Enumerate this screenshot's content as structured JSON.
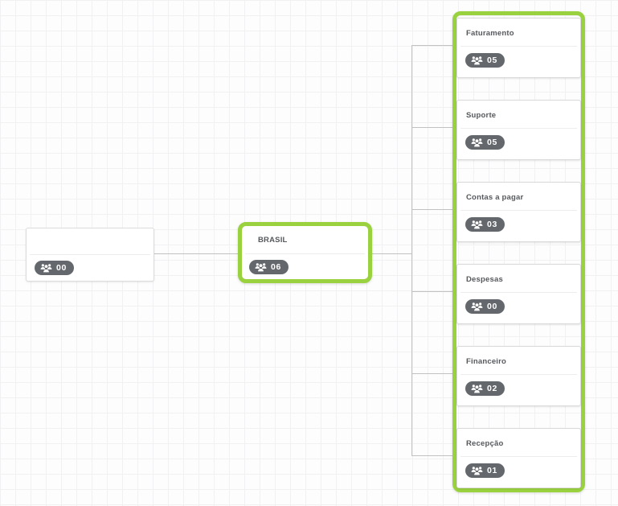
{
  "diagram": {
    "root": {
      "label": "",
      "member_count": "00"
    },
    "brasil": {
      "label": "BRASIL",
      "member_count": "06"
    },
    "departments": [
      {
        "label": "Faturamento",
        "member_count": "05"
      },
      {
        "label": "Suporte",
        "member_count": "05"
      },
      {
        "label": "Contas a pagar",
        "member_count": "03"
      },
      {
        "label": "Despesas",
        "member_count": "00"
      },
      {
        "label": "Financeiro",
        "member_count": "02"
      },
      {
        "label": "Recepção",
        "member_count": "01"
      }
    ]
  },
  "colors": {
    "highlight_green": "#9ad23f",
    "badge_background": "#64686d",
    "badge_text": "#ffffff",
    "label_text": "#55585c",
    "connector_line": "#c2c2c2",
    "node_border": "#dcdcdc",
    "grid_line": "#f1f1f4",
    "canvas_background": "#fdfdfd"
  },
  "icons": {
    "badge_icon": "people-group-icon"
  }
}
